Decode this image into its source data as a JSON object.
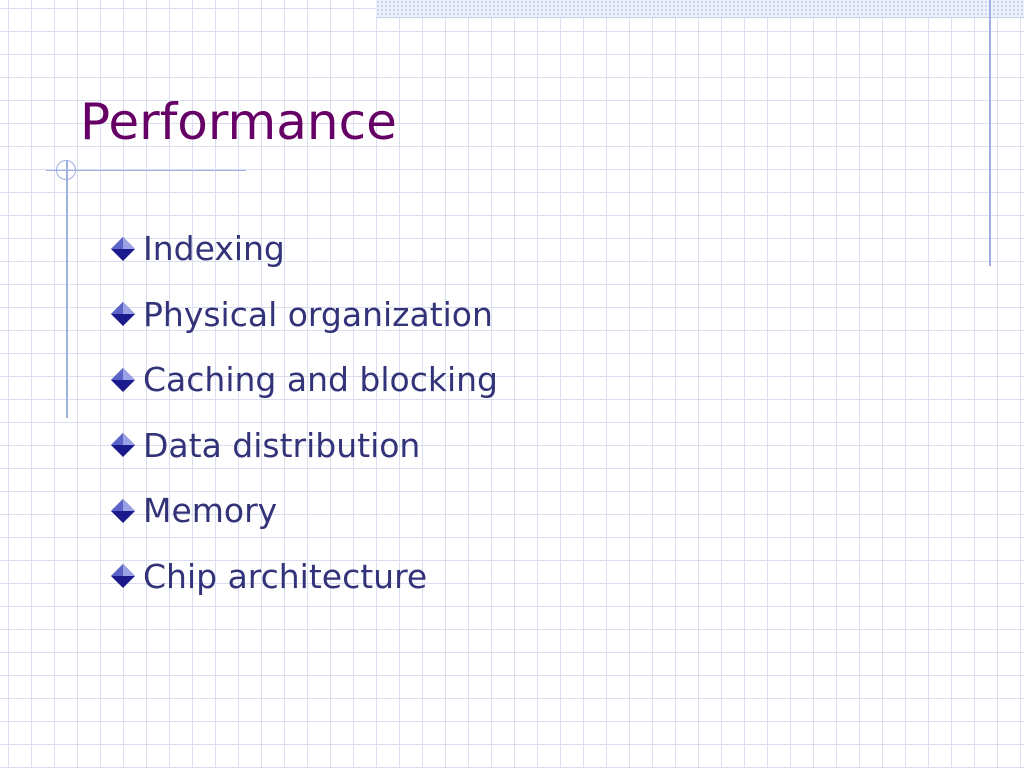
{
  "slide": {
    "title": "Performance",
    "bullets": [
      {
        "label": "Indexing",
        "icon": "diamond-bullet-icon"
      },
      {
        "label": "Physical organization",
        "icon": "diamond-bullet-icon"
      },
      {
        "label": "Caching and blocking",
        "icon": "diamond-bullet-icon"
      },
      {
        "label": "Data distribution",
        "icon": "diamond-bullet-icon"
      },
      {
        "label": "Memory",
        "icon": "diamond-bullet-icon"
      },
      {
        "label": "Chip architecture",
        "icon": "diamond-bullet-icon"
      }
    ]
  },
  "colors": {
    "title": "#660066",
    "bullet_text": "#33337a",
    "bullet_diamond": "#1a1a8c",
    "grid": "#d9dff0",
    "accent_rule": "#9fb0e0"
  }
}
